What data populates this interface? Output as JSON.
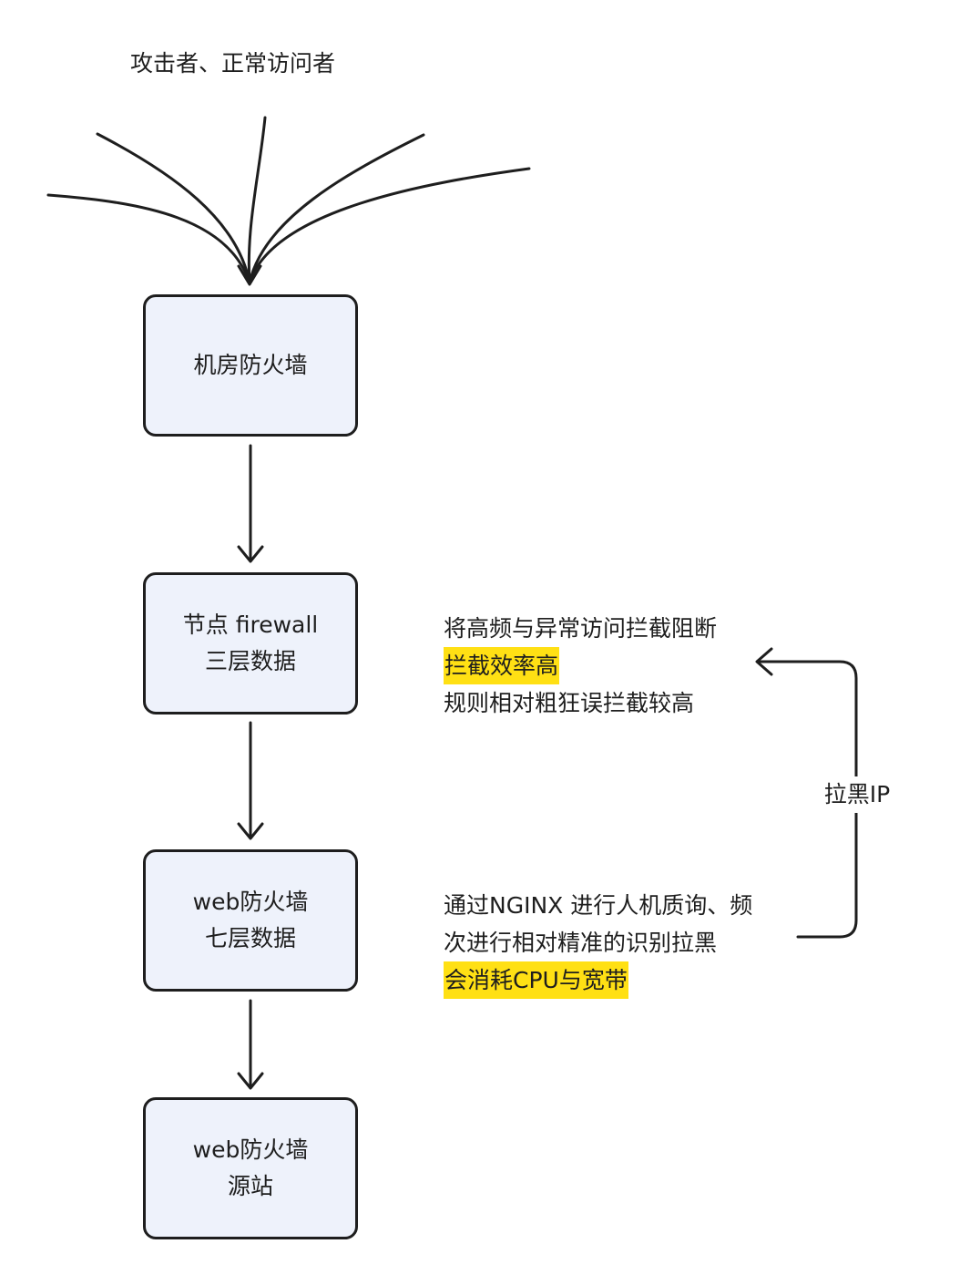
{
  "source_label": "攻击者、正常访问者",
  "nodes": [
    {
      "lines": [
        "机房防火墙"
      ]
    },
    {
      "lines": [
        "节点 firewall",
        "三层数据"
      ]
    },
    {
      "lines": [
        "web防火墙",
        "七层数据"
      ]
    },
    {
      "lines": [
        "web防火墙",
        "源站"
      ]
    }
  ],
  "notes": {
    "firewall": {
      "line1": "将高频与异常访问拦截阻断",
      "line2_highlight": "拦截效率高",
      "line3": "规则相对粗狂误拦截较高"
    },
    "web": {
      "line1": "通过NGINX 进行人机质询、频",
      "line2": "次进行相对精准的识别拉黑",
      "line3_highlight": "会消耗CPU与宽带"
    }
  },
  "feedback_label": "拉黑IP",
  "colors": {
    "node_fill": "#eef2fb",
    "stroke": "#1e1e1e",
    "highlight": "#ffe014"
  }
}
